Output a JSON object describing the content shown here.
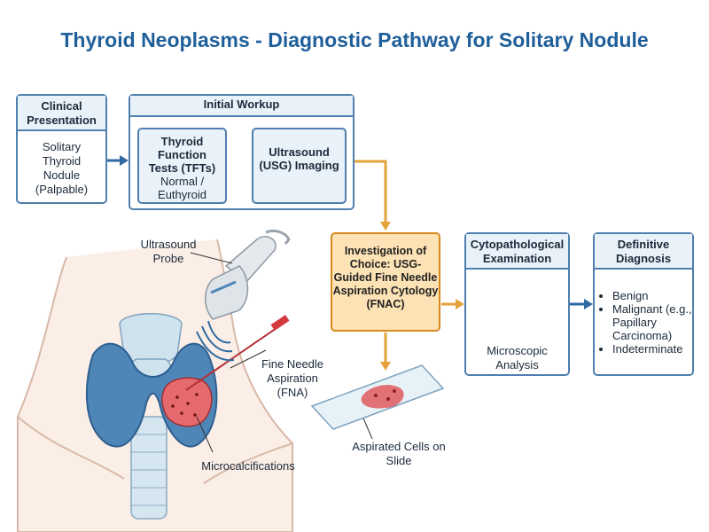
{
  "title": "Thyroid Neoplasms - Diagnostic Pathway for Solitary Nodule",
  "clinical": {
    "header": "Clinical Presentation",
    "body": "Solitary Thyroid Nodule (Palpable)"
  },
  "workup": {
    "header": "Initial Workup",
    "tft_title": "Thyroid Function Tests (TFTs)",
    "tft_result": "Normal / Euthyroid",
    "usg_title": "Ultrasound (USG) Imaging"
  },
  "fnac": {
    "label": "Investigation of Choice: USG-Guided Fine Needle Aspiration Cytology (FNAC)"
  },
  "cyto": {
    "header": "Cytopathological Examination",
    "body": "Microscopic Analysis"
  },
  "diagnosis": {
    "header": "Definitive Diagnosis",
    "items": [
      "Benign",
      "Malignant (e.g., Papillary Carcinoma)",
      "Indeterminate"
    ]
  },
  "labels": {
    "probe": "Ultrasound Probe",
    "fna": "Fine Needle Aspiration (FNA)",
    "micro": "Microcalcifications",
    "slide": "Aspirated Cells on Slide"
  },
  "colors": {
    "title": "#1f5f9a",
    "box_border": "#4f7fae",
    "box_fill": "#e9f1f9",
    "fnac_fill": "#fce2b4",
    "fnac_border": "#d88a1e",
    "arrow_blue": "#2f6aa3",
    "arrow_orange": "#e4a23a"
  }
}
